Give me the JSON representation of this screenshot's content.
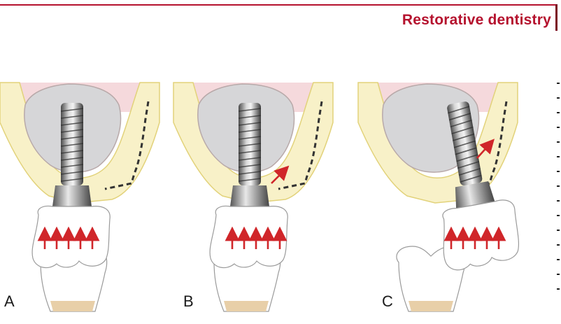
{
  "header": {
    "section_title": "Restorative dentistry"
  },
  "figure": {
    "panels": [
      {
        "label": "A",
        "implant": "straight",
        "arrows": 5
      },
      {
        "label": "B",
        "implant": "straight",
        "arrows": 5
      },
      {
        "label": "C",
        "implant": "tilted",
        "arrows": 5
      }
    ],
    "colors": {
      "accent": "#b5122e",
      "bone": "#f8f1c8",
      "bone_outline": "#e2d27a",
      "gum": "#f5d9dc",
      "sinus": "#d6d6d8",
      "arrow": "#d0262a"
    }
  }
}
